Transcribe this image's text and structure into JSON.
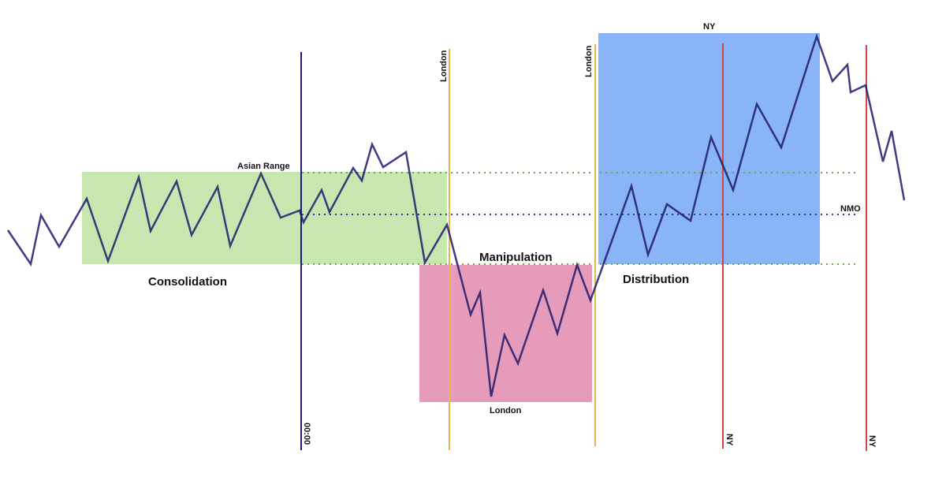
{
  "labels": {
    "asian_range": "Asian Range",
    "consolidation": "Consolidation",
    "manipulation": "Manipulation",
    "distribution": "Distribution",
    "nmo": "NMO",
    "london_bottom": "London",
    "ny_top": "NY",
    "midnight": "00:00",
    "london_vertical_1": "London",
    "london_vertical_2": "London",
    "ny_vertical_1": "NY",
    "ny_vertical_2": "NY"
  },
  "colors": {
    "accumulation_fill": "#c8e6b0",
    "manipulation_fill": "#e79bbb",
    "distribution_fill": "#8ab4f8",
    "price_line": "#1e1a6b",
    "midnight_line": "#1c1a7a",
    "london_line": "#e3b84a",
    "ny_line": "#d64545",
    "range_dotted": "#6aa84f",
    "nmo_dotted": "#2c3aa8"
  }
}
